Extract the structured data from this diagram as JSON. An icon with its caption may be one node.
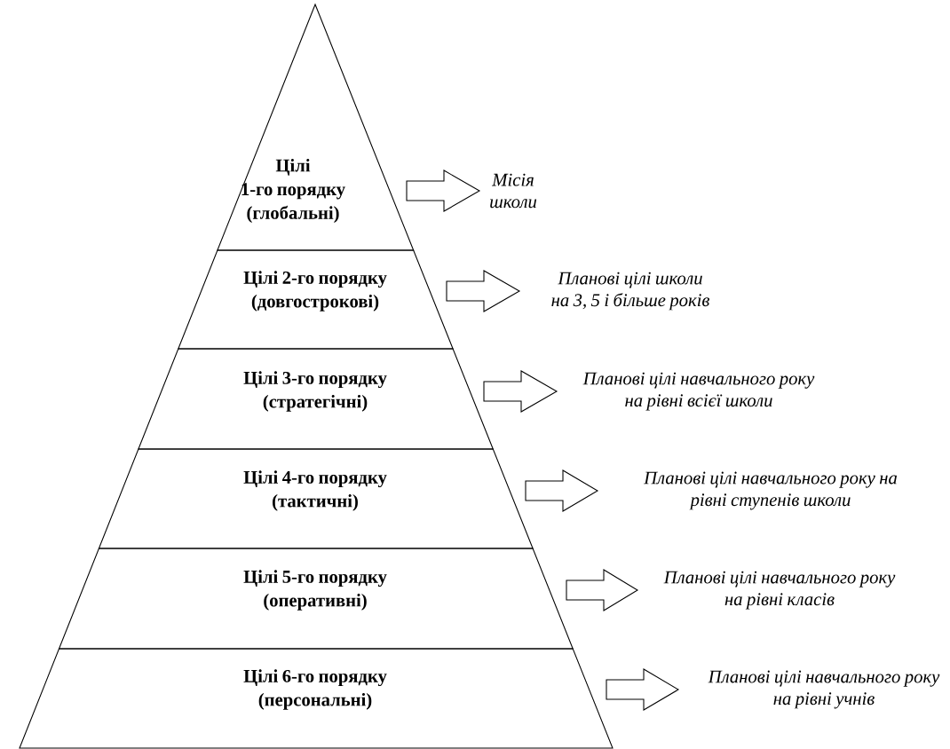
{
  "diagram": {
    "nodes": [
      {
        "text": [
          "Цілі 1-го порядку (глобальні)"
        ]
      },
      {
        "text": [
          "Цілі 2-го порядку (довгострокові)"
        ]
      },
      {
        "text": [
          "Цілі 3-го порядку (стратегічні)"
        ]
      },
      {
        "text": [
          "Цілі 4-го порядку (тактичні)"
        ]
      },
      {
        "text": [
          "Цілі 5-го порядку (оперативні)"
        ]
      },
      {
        "text": [
          "Цілі 6-го порядку (персональні)"
        ]
      },
      {
        "text": [
          "Місія школи"
        ]
      },
      {
        "text": [
          "Планові цілі школи на 3, 5 і більше років"
        ]
      },
      {
        "text": [
          "Планові цілі навчального року на рівні всієї школи"
        ]
      },
      {
        "text": [
          "Планові цілі навчального року на рівні ступенів школи"
        ]
      },
      {
        "text": [
          "Планові цілі навчального року на рівні класів"
        ]
      },
      {
        "text": [
          "Планові цілі навчального року на рівні учнів"
        ]
      }
    ],
    "edges": [
      {
        "from": 0,
        "to": 6,
        "arrow": "to"
      },
      {
        "from": 1,
        "to": 7,
        "arrow": "to"
      },
      {
        "from": 2,
        "to": 8,
        "arrow": "to"
      },
      {
        "from": 3,
        "to": 9,
        "arrow": "to"
      },
      {
        "from": 4,
        "to": 10,
        "arrow": "to"
      },
      {
        "from": 5,
        "to": 11,
        "arrow": "to"
      }
    ]
  }
}
